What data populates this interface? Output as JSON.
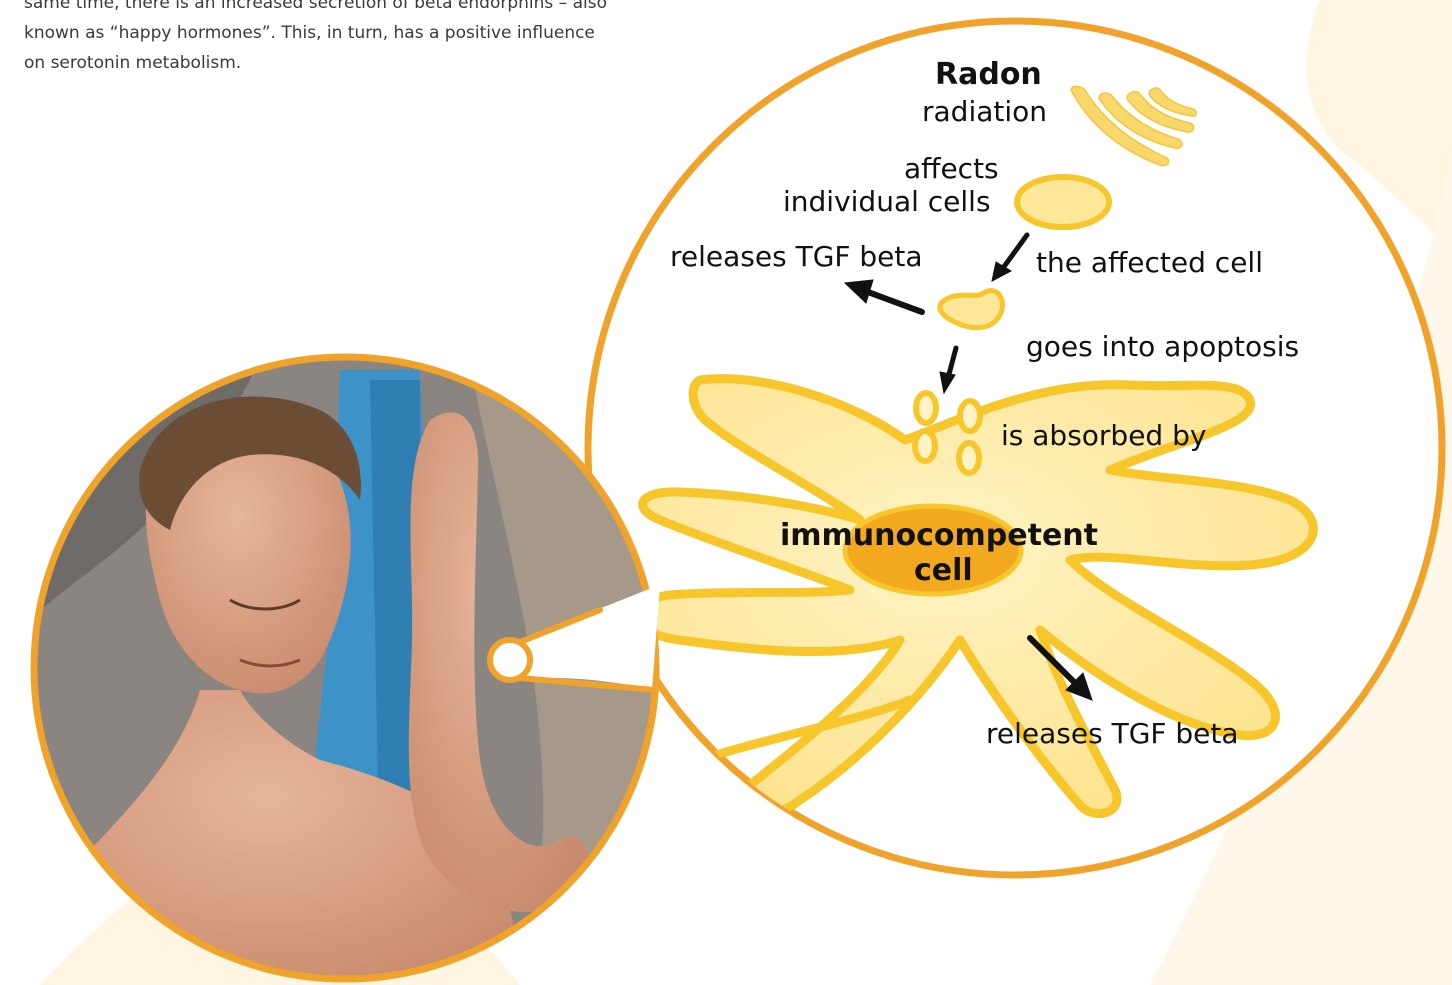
{
  "intro_text": {
    "line1": "same time, there is an increased secretion of beta endorphins – also",
    "line2": "known as “happy hormones”. This, in turn, has a positive influence",
    "line3": "on serotonin metabolism."
  },
  "diagram": {
    "title": "Radon",
    "title_sub": "radiation",
    "step_affects_line1": "affects",
    "step_affects_line2": "individual cells",
    "step_affected_cell": "the affected cell",
    "step_releases_top": "releases TGF beta",
    "step_apoptosis": "goes into apoptosis",
    "step_absorbed": "is absorbed by",
    "immune_line1": "immunocompetent",
    "immune_line2": "cell",
    "step_releases_bottom": "releases TGF beta"
  },
  "colors": {
    "ring_orange": "#f0a32a",
    "cell_fill": "#fde9a0",
    "cell_edge": "#f6c62a",
    "nucleus": "#f2a81f",
    "background_beige": "#fff5e1",
    "arrow": "#111111"
  },
  "icons": {
    "radiation": "radiation-waves-icon"
  }
}
